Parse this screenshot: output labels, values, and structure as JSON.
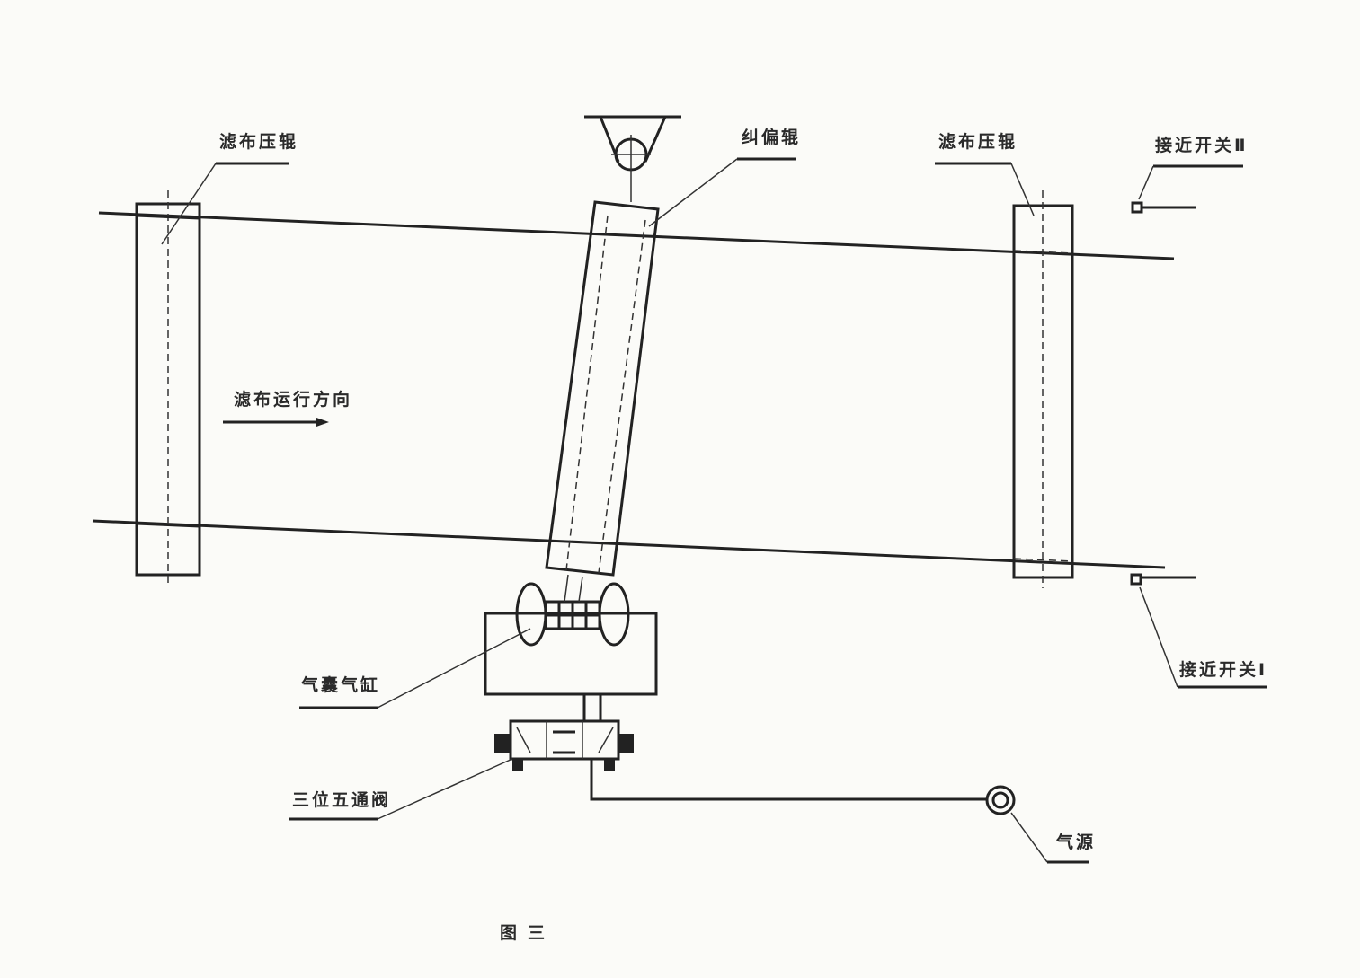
{
  "labels": {
    "left_press_roller": "滤布压辊",
    "correction_roller": "纠偏辊",
    "right_press_roller": "滤布压辊",
    "proximity_switch_2": "接近开关Ⅱ",
    "cloth_direction": "滤布运行方向",
    "airbag_cylinder": "气囊气缸",
    "valve": "三位五通阀",
    "air_source": "气源",
    "proximity_switch_1": "接近开关Ⅰ",
    "figure_caption": "图三"
  }
}
